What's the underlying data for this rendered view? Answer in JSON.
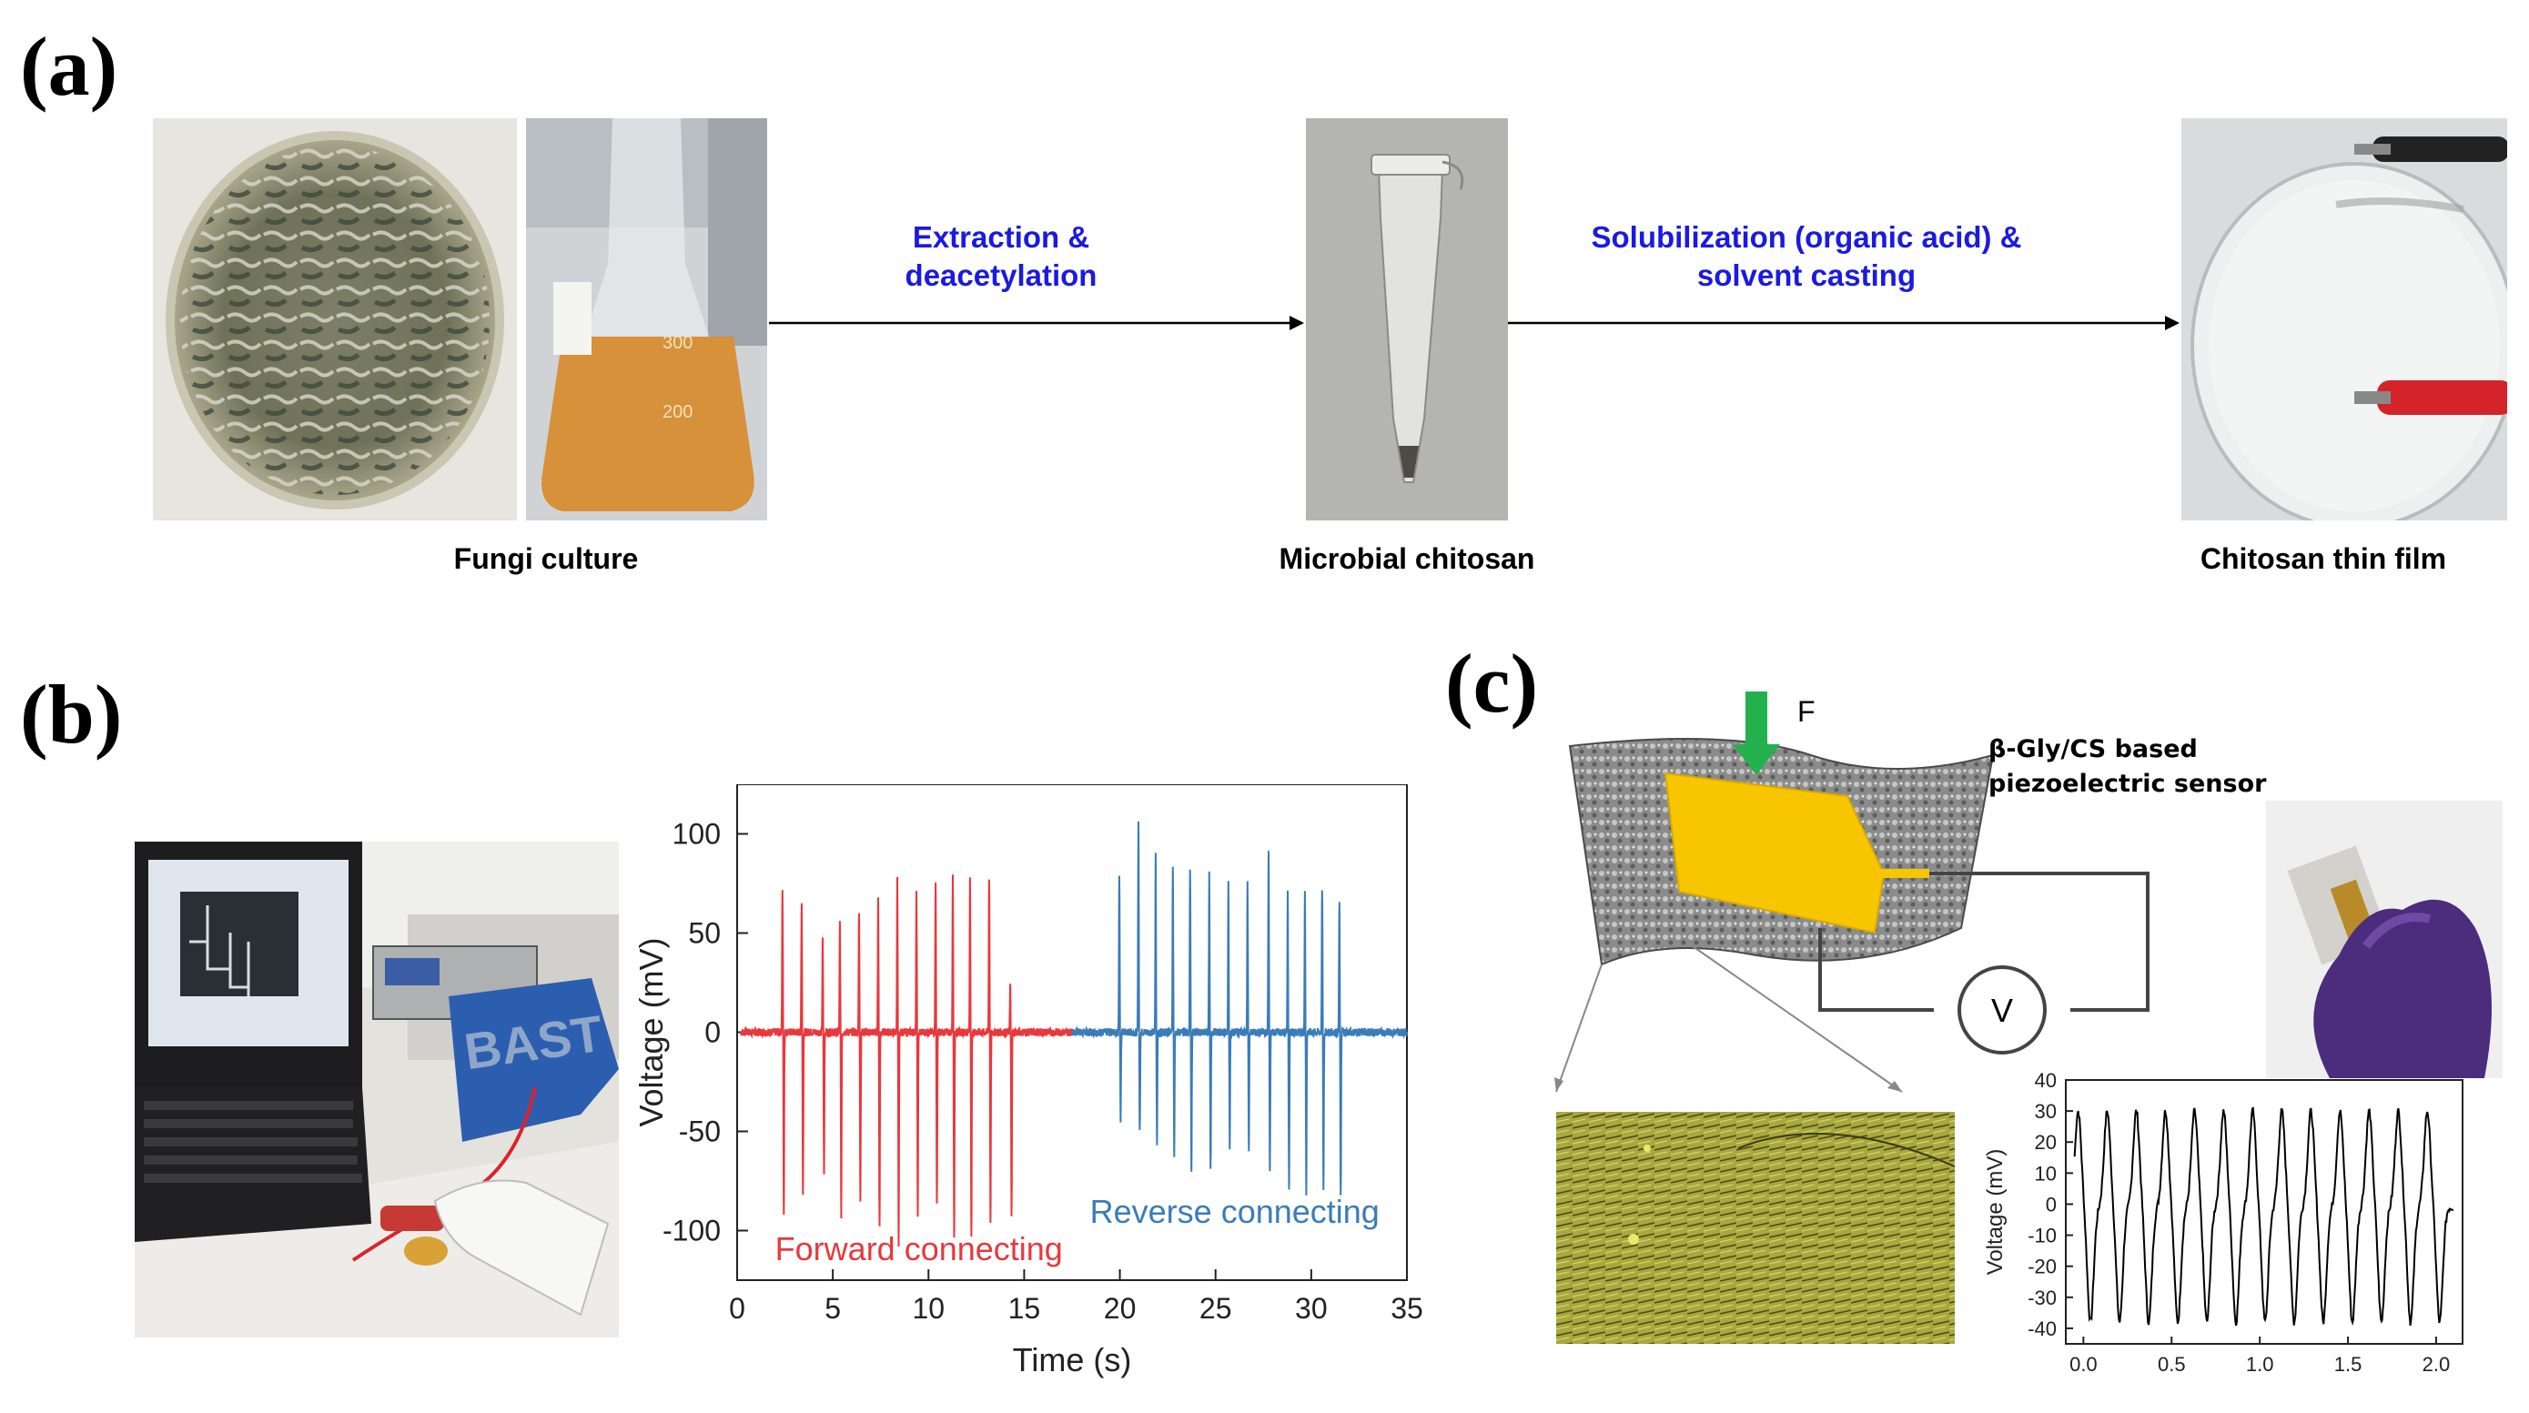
{
  "panels": {
    "a": "(a)",
    "b": "(b)",
    "c": "(c)"
  },
  "panel_a": {
    "step1": [
      "Extraction &",
      "deacetylation"
    ],
    "step2": [
      "Solubilization (organic acid) &",
      "solvent casting"
    ],
    "captions": [
      "Fungi culture",
      "Microbial chitosan",
      "Chitosan thin film"
    ],
    "flask_marks": [
      "300",
      "200"
    ]
  },
  "panel_b": {
    "photo_text": "BAST",
    "annotation_forward": "Forward connecting",
    "annotation_reverse": "Reverse connecting"
  },
  "panel_c": {
    "force_label": "F",
    "sensor_label": [
      "β-Gly/CS based",
      "piezoelectric sensor"
    ],
    "meter_label": "V"
  },
  "colors": {
    "step_text": "#1a1ae0",
    "forward": "#e8383d",
    "reverse": "#3b7cb8",
    "electrode": "#f7c600",
    "arrow": "#22b14c"
  },
  "chart_data": [
    {
      "type": "line",
      "xlabel": "Time (s)",
      "ylabel": "Voltage (mV)",
      "xlim": [
        0,
        35
      ],
      "ylim": [
        -125,
        125
      ],
      "xticks": [
        0,
        5,
        10,
        15,
        20,
        25,
        30,
        35
      ],
      "yticks": [
        100,
        50,
        0,
        -50,
        -100
      ],
      "series": [
        {
          "name": "Forward connecting",
          "color": "#e8383d",
          "peaks": [
            [
              2.4,
              73,
              -92
            ],
            [
              3.4,
              65,
              -80
            ],
            [
              4.5,
              47,
              -72
            ],
            [
              5.4,
              57,
              -92
            ],
            [
              6.4,
              60,
              -85
            ],
            [
              7.4,
              67,
              -97
            ],
            [
              8.4,
              77,
              -107
            ],
            [
              9.4,
              70,
              -95
            ],
            [
              10.4,
              75,
              -87
            ],
            [
              11.3,
              80,
              -103
            ],
            [
              12.2,
              80,
              -105
            ],
            [
              13.2,
              78,
              -98
            ],
            [
              14.3,
              23,
              -93
            ]
          ]
        },
        {
          "name": "Reverse connecting",
          "color": "#3b7cb8",
          "peaks": [
            [
              20.0,
              80,
              -45
            ],
            [
              21.0,
              108,
              -50
            ],
            [
              21.9,
              90,
              -55
            ],
            [
              22.8,
              85,
              -62
            ],
            [
              23.7,
              82,
              -70
            ],
            [
              24.7,
              80,
              -68
            ],
            [
              25.7,
              75,
              -58
            ],
            [
              26.7,
              75,
              -62
            ],
            [
              27.8,
              92,
              -70
            ],
            [
              28.8,
              70,
              -78
            ],
            [
              29.7,
              73,
              -82
            ],
            [
              30.6,
              73,
              -80
            ],
            [
              31.5,
              67,
              -83
            ]
          ]
        }
      ]
    },
    {
      "type": "line",
      "ylabel": "Voltage (mV)",
      "xlim": [
        -0.1,
        2.15
      ],
      "ylim": [
        -45,
        40
      ],
      "xticks": [
        "0.0",
        "0.5",
        "1.0",
        "1.5",
        "2.0"
      ],
      "yticks": [
        40,
        30,
        20,
        10,
        0,
        -10,
        -20,
        -30,
        -40
      ],
      "series": [
        {
          "name": "",
          "color": "#000000",
          "peaks": [
            [
              0.0,
              31,
              -37
            ],
            [
              0.165,
              31,
              -37
            ],
            [
              0.33,
              31,
              -37
            ],
            [
              0.495,
              31,
              -37
            ],
            [
              0.66,
              31,
              -37
            ],
            [
              0.825,
              31,
              -37
            ],
            [
              0.99,
              31,
              -37
            ],
            [
              1.155,
              31,
              -37
            ],
            [
              1.32,
              31,
              -37
            ],
            [
              1.485,
              31,
              -37
            ],
            [
              1.65,
              31,
              -37
            ],
            [
              1.815,
              31,
              -37
            ],
            [
              1.98,
              31,
              -37
            ]
          ]
        }
      ]
    }
  ]
}
